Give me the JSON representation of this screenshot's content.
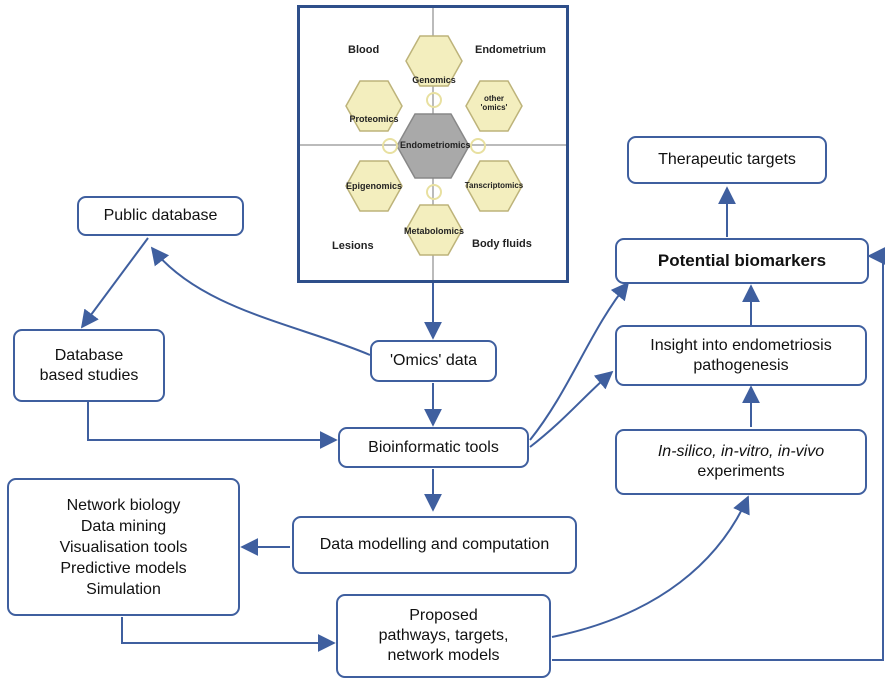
{
  "omics_panel": {
    "corners": [
      "Blood",
      "Endometrium",
      "Lesions",
      "Body fluids"
    ],
    "center": "Endometriomics",
    "hexes": [
      "Genomics",
      "other 'omics'",
      "Tanscriptomics",
      "Metabolomics",
      "Epigenomics",
      "Proteomics"
    ]
  },
  "boxes": {
    "public_database": "Public database",
    "database_studies": "Database\nbased studies",
    "omics_data": "'Omics' data",
    "bioinformatic_tools": "Bioinformatic  tools",
    "data_modelling": "Data modelling and computation",
    "network_methods": "Network biology\nData mining\nVisualisation tools\nPredictive models\nSimulation",
    "proposed": "Proposed\npathways, targets,\nnetwork models",
    "therapeutic_targets": "Therapeutic targets",
    "potential_biomarkers": "Potential biomarkers",
    "insight": "Insight into endometriosis\npathogenesis",
    "experiments_line1": "In-silico, in-vitro, in-vivo",
    "experiments_line2": "experiments"
  },
  "colors": {
    "box_border": "#3f5f9f",
    "arrow": "#3f5f9f",
    "hex_fill": "#f3eebe",
    "center_fill": "#a9a9a9"
  }
}
